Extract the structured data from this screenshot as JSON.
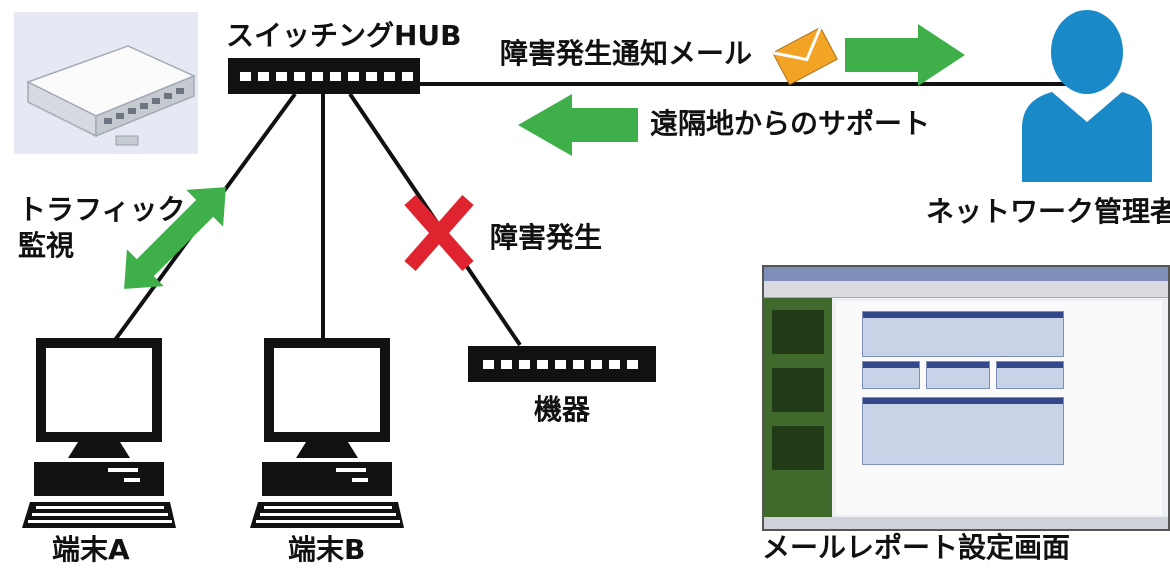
{
  "colors": {
    "line": "#111111",
    "arrow_green": "#3fb049",
    "error_red": "#e0242f",
    "admin_blue": "#1a89c8",
    "envelope_orange": "#f4a424",
    "hub_body": "#111111",
    "port": "#ffffff"
  },
  "icons": {
    "hub": "switching-hub-icon",
    "device": "network-device-icon",
    "terminal": "desktop-computer-icon",
    "admin": "person-silhouette-icon",
    "mail": "envelope-icon",
    "failure": "red-cross-icon"
  },
  "labels": {
    "hub": "スイッチングHUB",
    "mail_notice": "障害発生通知メール",
    "remote_support": "遠隔地からのサポート",
    "admin": "ネットワーク管理者",
    "traffic_monitor_line1": "トラフィック",
    "traffic_monitor_line2": "監視",
    "failure": "障害発生",
    "device": "機器",
    "terminal_a": "端末A",
    "terminal_b": "端末B",
    "report_screen": "メールレポート設定画面"
  }
}
